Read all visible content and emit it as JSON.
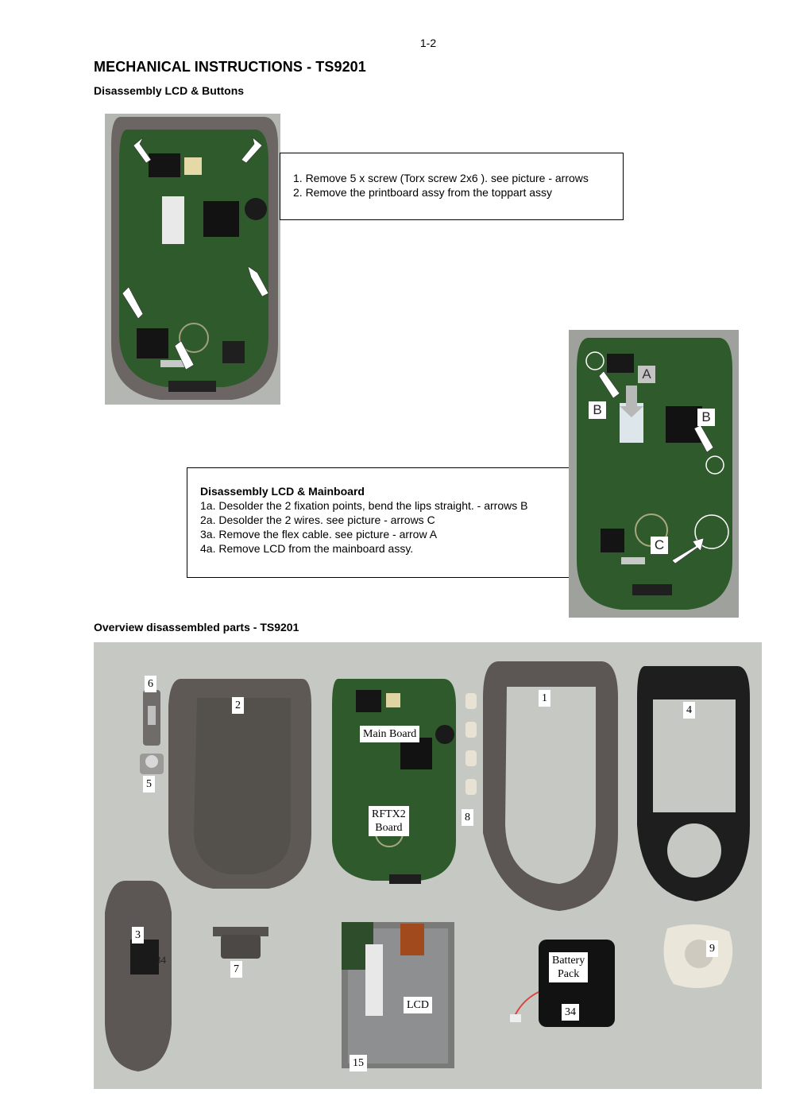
{
  "page_number": "1-2",
  "title": "MECHANICAL INSTRUCTIONS - TS9201",
  "section1": {
    "heading": "Disassembly  LCD & Buttons",
    "steps": [
      "1. Remove 5 x screw (Torx screw 2x6 ). see picture  - arrows",
      "2. Remove the printboard assy from the toppart assy"
    ]
  },
  "section2": {
    "heading": "Disassembly LCD &  Mainboard",
    "steps": [
      "1a. Desolder the 2 fixation points, bend the lips straight.  - arrows B",
      "2a. Desolder the 2 wires. see picture  - arrows C",
      "3a. Remove the flex cable. see picture  - arrow A",
      "4a. Remove LCD  from the mainboard assy."
    ],
    "markers": {
      "a": "A",
      "b": "B",
      "c": "C"
    }
  },
  "section3": {
    "heading": "Overview disassembled parts - TS9201",
    "labels": {
      "p1": "1",
      "p2": "2",
      "p3": "3",
      "p4": "4",
      "p5": "5",
      "p6": "6",
      "p7": "7",
      "p8": "8",
      "p9": "9",
      "p15": "15",
      "p34": "34",
      "p34b": "34",
      "main_board": "Main Board",
      "rftx2_line1": "RFTX2",
      "rftx2_line2": "Board",
      "lcd": "LCD",
      "battery_line1": "Battery",
      "battery_line2": "Pack"
    }
  },
  "colors": {
    "pcb_green": "#2f5a2c",
    "housing_grey": "#5f5955",
    "photo_background": "#c9ccc6"
  }
}
